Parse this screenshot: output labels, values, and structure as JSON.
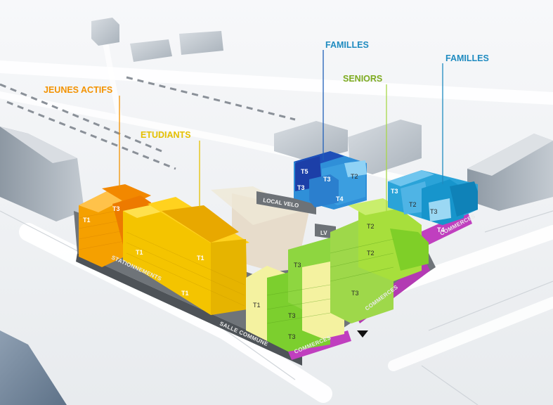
{
  "categories": {
    "jeunes_actifs": {
      "label": "JEUNES ACTIFS",
      "color": "#f39200"
    },
    "etudiants": {
      "label": "ETUDIANTS",
      "color": "#e5c000"
    },
    "seniors": {
      "label": "SENIORS",
      "color": "#7dab1f"
    },
    "familles_1": {
      "label": "FAMILLES",
      "color": "#1f8bc0"
    },
    "familles_2": {
      "label": "FAMILLES",
      "color": "#1f8bc0"
    }
  },
  "base_labels": {
    "stationnements": "STATIONNEMENTS",
    "salle_commune": "SALLE COMMUNE",
    "commerces_a": "COMMERCES",
    "commerces_b": "COMMERCES",
    "commerces_c": "COMMERCES",
    "local_velo": "LOCAL VELO",
    "lv": "LV"
  },
  "units": {
    "orange_t1": "T1",
    "orange_t3": "T3",
    "yellow_t1_a": "T1",
    "yellow_t1_b": "T1",
    "yellow_t1_c": "T1",
    "green_t1": "T1",
    "green_t3_a": "T3",
    "green_t3_b": "T3",
    "green_t3_c": "T3",
    "green_t3_d": "T3",
    "green_t2_a": "T2",
    "green_t2_b": "T2",
    "blue1_t5": "T5",
    "blue1_t3_a": "T3",
    "blue1_t3_b": "T3",
    "blue1_t2": "T2",
    "blue1_t4": "T4",
    "blue2_t3_a": "T3",
    "blue2_t2": "T2",
    "blue2_t3_b": "T3",
    "blue2_t4": "T4"
  }
}
